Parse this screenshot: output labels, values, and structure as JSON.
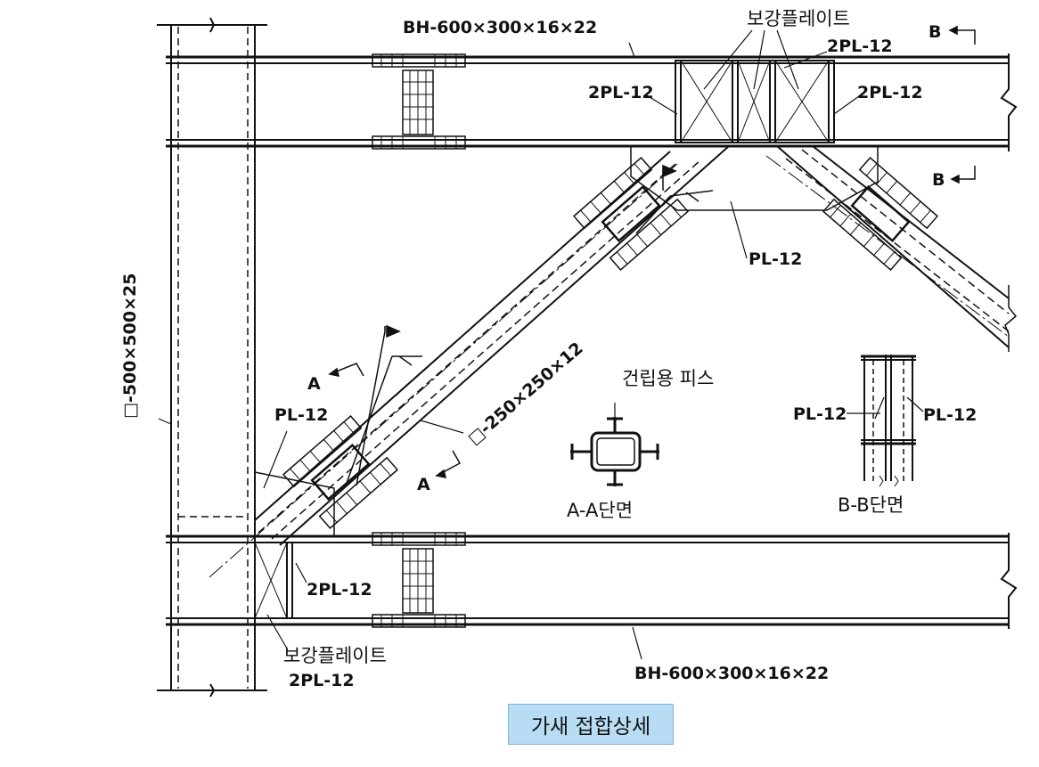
{
  "labels": {
    "top_beam": "BH-600×300×16×22",
    "bottom_beam": "BH-600×300×16×22",
    "column": "□-500×500×25",
    "brace": "□-250×250×12",
    "reinforce_top": "보강플레이트",
    "reinforce_top_pl": "2PL-12",
    "left_stiffener": "2PL-12",
    "right_stiffener": "2PL-12",
    "gusset_plate": "PL-12",
    "left_gusset": "PL-12",
    "bottom_stiffener": "2PL-12",
    "reinforce_bottom": "보강플레이트",
    "reinforce_bottom_pl": "2PL-12",
    "erection_piece": "건립용 피스",
    "section_aa": "A-A단면",
    "section_bb": "B-B단면",
    "bb_left_pl": "PL-12",
    "bb_right_pl": "PL-12",
    "marker_b_top": "B",
    "marker_b_bottom": "B",
    "marker_a_top": "A",
    "marker_a_bottom": "A"
  },
  "caption": "가새 접합상세"
}
